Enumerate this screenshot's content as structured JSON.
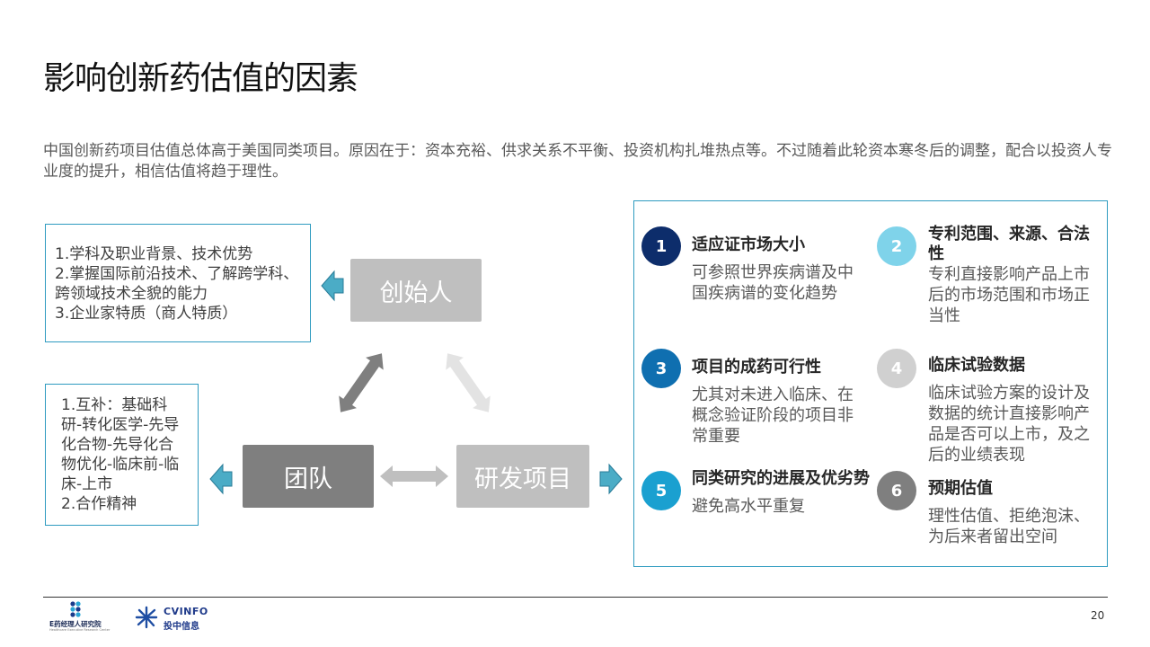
{
  "title": "影响创新药估值的因素",
  "intro": "中国创新药项目估值总体高于美国同类项目。原因在于：资本充裕、供求关系不平衡、投资机构扎堆热点等。不过随着此轮资本寒冬后的调整，配合以投资人专业度的提升，相信估值将趋于理性。",
  "founder_box": {
    "lines": [
      "1.学科及职业背景、技术优势",
      "2.掌握国际前沿技术、了解跨学科、",
      "跨领域技术全貌的能力",
      "3.企业家特质（商人特质）"
    ]
  },
  "team_box": {
    "lines": [
      "1.互补：基础科",
      "研-转化医学-先导",
      "化合物-先导化合",
      "物优化-临床前-临",
      "床-上市",
      "2.合作精神"
    ]
  },
  "nodes": {
    "founder": "创始人",
    "team": "团队",
    "project": "研发项目"
  },
  "colors": {
    "node_founder": "#bfbfbf",
    "node_team": "#7f7f7f",
    "node_project": "#bfbfbf",
    "accent_border": "#2e9bc0",
    "arrow_teal": "#4bacc6"
  },
  "factors": [
    {
      "num": "1",
      "title": "适应证市场大小",
      "desc": "可参照世界疾病谱及中国疾病谱的变化趋势",
      "color": "#0d2d6b"
    },
    {
      "num": "2",
      "title": "专利范围、来源、合法性",
      "desc": "专利直接影响产品上市后的市场范围和市场正当性",
      "color": "#7fd3ea"
    },
    {
      "num": "3",
      "title": "项目的成药可行性",
      "desc": "尤其对未进入临床、在概念验证阶段的项目非常重要",
      "color": "#0f6fb0"
    },
    {
      "num": "4",
      "title": "临床试验数据",
      "desc": "临床试验方案的设计及数据的统计直接影响产品是否可以上市，及之后的业绩表现",
      "color": "#d0d0d0"
    },
    {
      "num": "5",
      "title": "同类研究的进展及优劣势",
      "desc": "避免高水平重复",
      "color": "#1aa0d0"
    },
    {
      "num": "6",
      "title": "预期估值",
      "desc": "理性估值、拒绝泡沫、为后来者留出空间",
      "color": "#7f7f7f"
    }
  ],
  "footer": {
    "logo1_text": "E药经理人研究院",
    "logo1_sub": "Healthcare Executive Research Center",
    "logo2_text": "CVINFO",
    "logo2_cn": "投中信息",
    "page": "20"
  }
}
